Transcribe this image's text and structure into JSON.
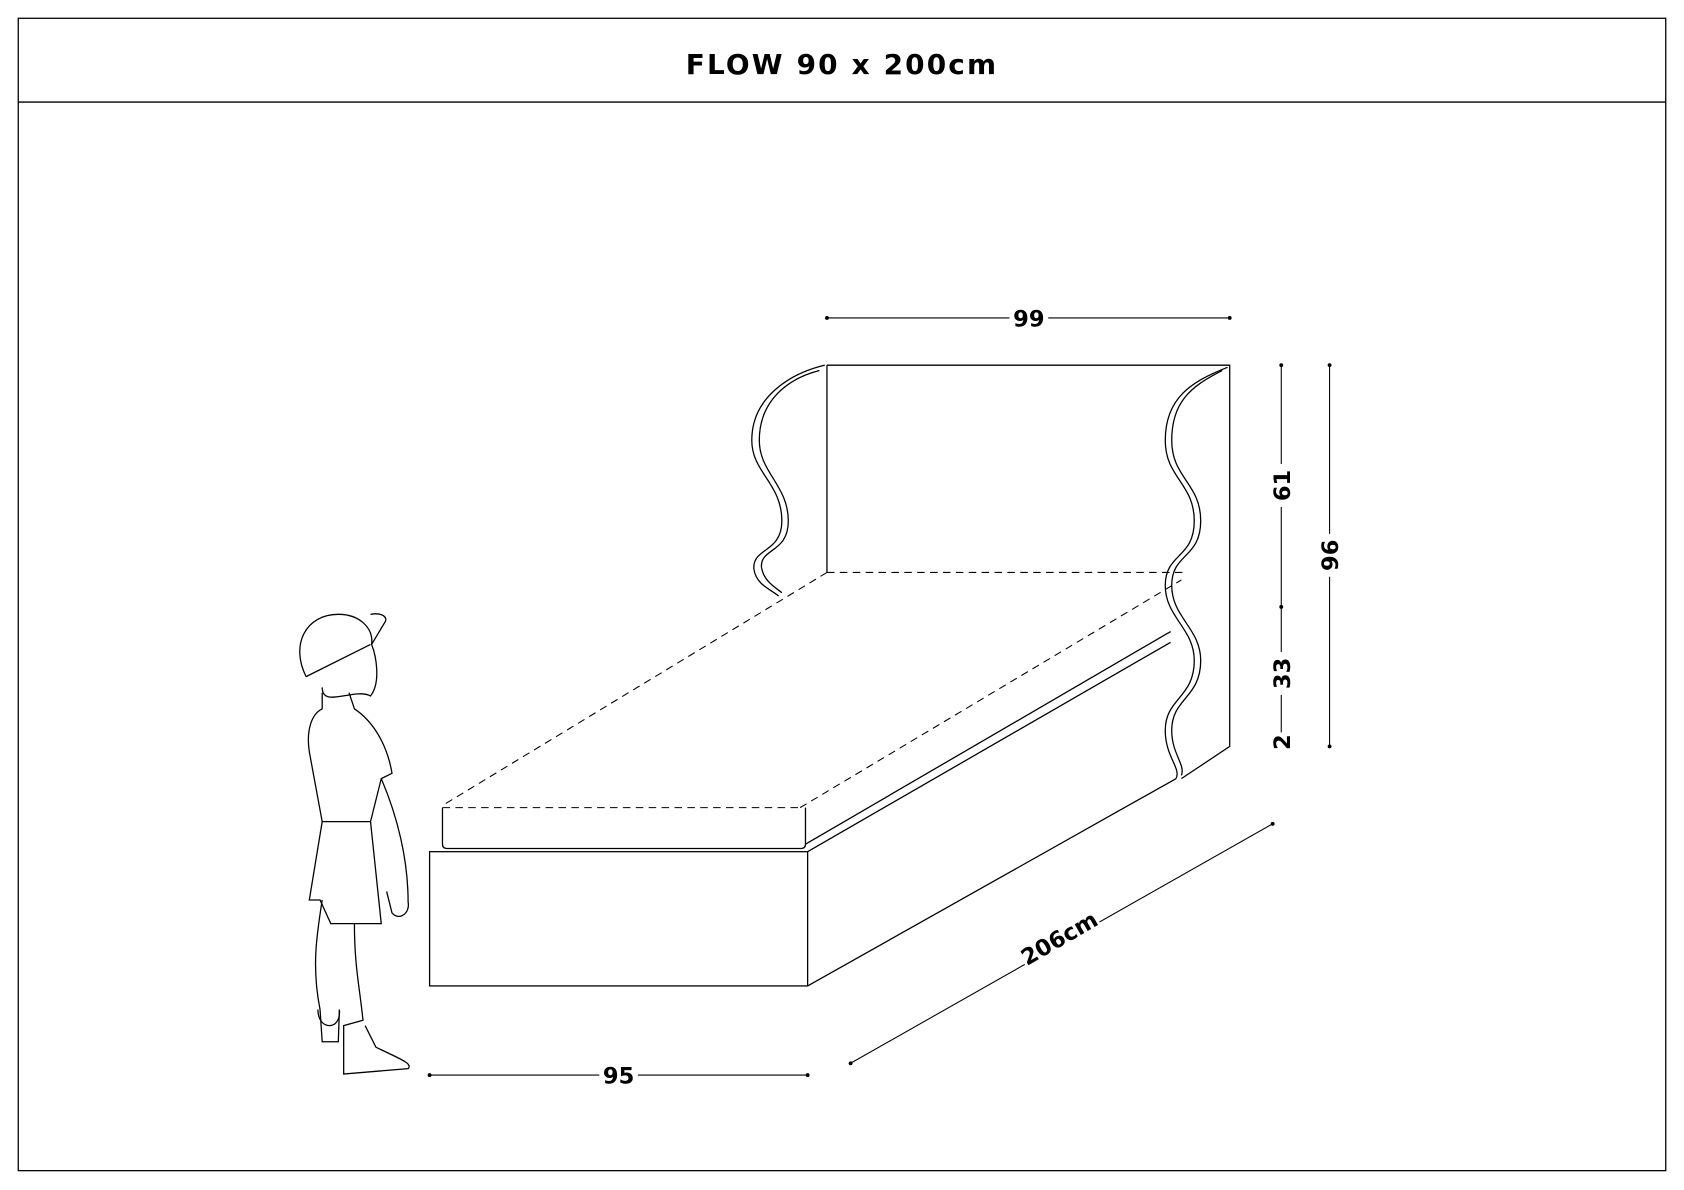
{
  "title": "FLOW 90 x 200cm",
  "dimensions": {
    "headboard_width": "99",
    "headboard_height_upper": "61",
    "bed_height": "33",
    "leg_height": "2",
    "total_height": "96",
    "length": "206cm",
    "width": "95"
  }
}
